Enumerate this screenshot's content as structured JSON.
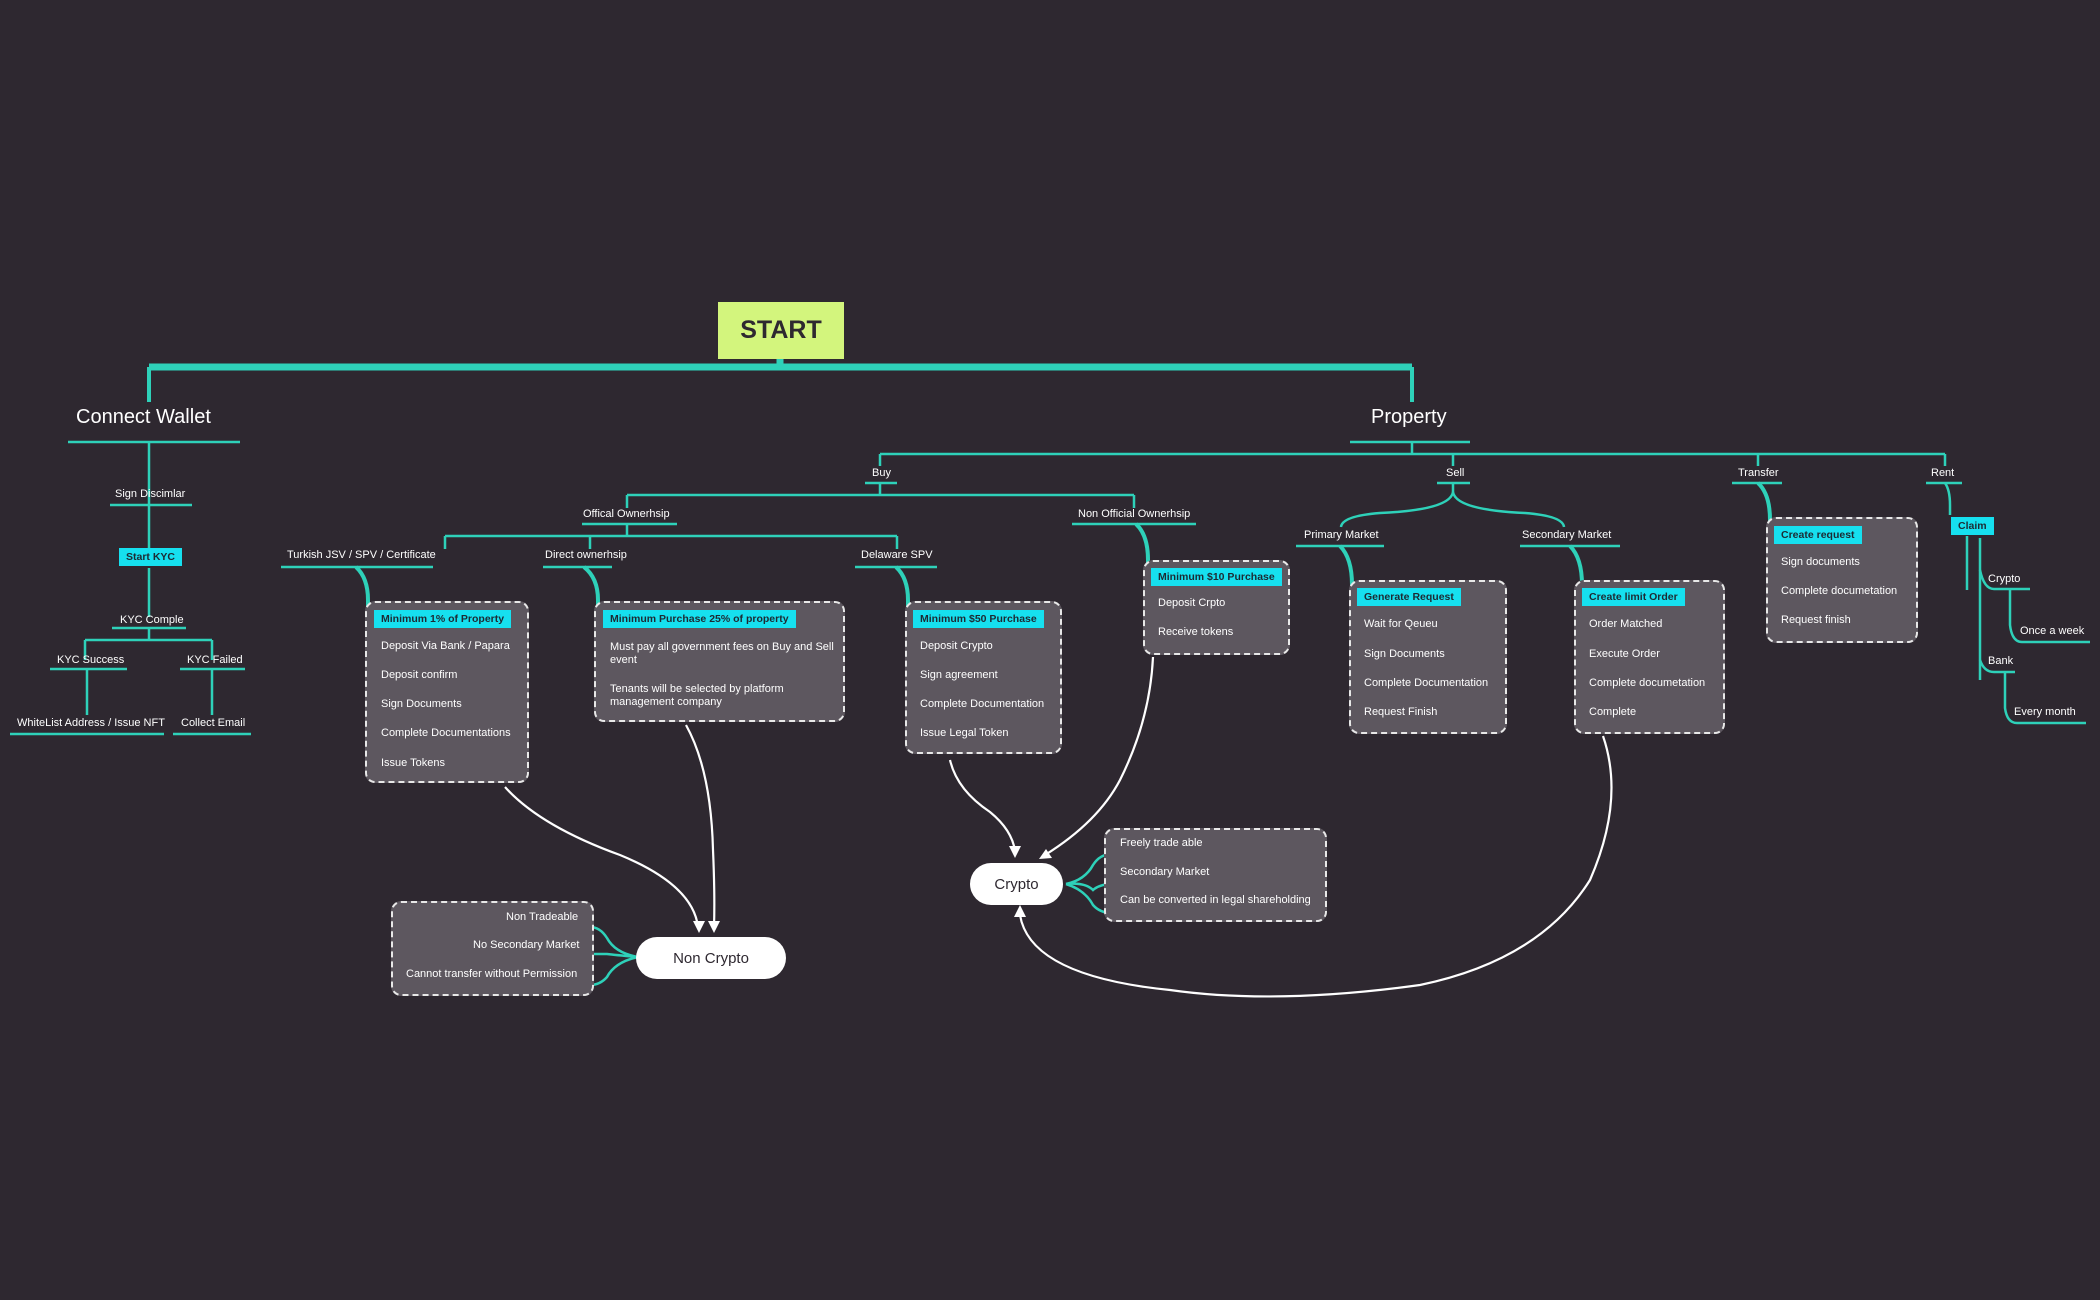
{
  "colors": {
    "background": "#2e2830",
    "connector": "#2ed1b9",
    "start": "#d3f57d",
    "highlight": "#16e0ef",
    "box": "#5d575f"
  },
  "start": "START",
  "connect_wallet": {
    "title": "Connect Wallet",
    "sign": "Sign Discimlar",
    "start_kyc": "Start KYC",
    "kyc_complete": "KYC Comple",
    "kyc_success": "KYC Success",
    "kyc_failed": "KYC Failed",
    "whitelist": "WhiteList Address / Issue NFT",
    "collect_email": "Collect Email"
  },
  "property": {
    "title": "Property",
    "buy": "Buy",
    "sell": "Sell",
    "transfer": "Transfer",
    "rent": "Rent",
    "official": "Offical Ownerhsip",
    "non_official": "Non Official Ownerhsip",
    "turkish": "Turkish JSV / SPV / Certificate",
    "direct": "Direct ownerhsip",
    "delaware": "Delaware  SPV",
    "primary_market": "Primary Market",
    "secondary_market": "Secondary Market"
  },
  "boxes": {
    "turkish": {
      "title": "Minimum 1% of Property",
      "items": [
        "Deposit Via Bank / Papara",
        "Deposit confirm",
        "Sign Documents",
        "Complete Documentations",
        "Issue Tokens"
      ]
    },
    "direct": {
      "title": "Minimum Purchase 25% of property",
      "items": [
        "Must pay all government fees on Buy and Sell event",
        "Tenants will be selected by platform management company"
      ]
    },
    "delaware": {
      "title": "Minimum $50 Purchase",
      "items": [
        "Deposit Crypto",
        "Sign agreement",
        "Complete Documentation",
        "Issue Legal Token"
      ]
    },
    "non_official": {
      "title": "Minimum $10 Purchase",
      "items": [
        "Deposit Crpto",
        "Receive tokens"
      ]
    },
    "primary": {
      "title": "Generate Request",
      "items": [
        "Wait for Qeueu",
        "Sign Documents",
        "Complete Documentation",
        "Request Finish"
      ]
    },
    "secondary": {
      "title": "Create limit Order",
      "items": [
        "Order Matched",
        "Execute Order",
        "Complete documetation",
        "Complete"
      ]
    },
    "transfer": {
      "title": "Create request",
      "items": [
        "Sign documents",
        "Complete documetation",
        "Request finish"
      ]
    },
    "crypto_props": {
      "items": [
        "Freely trade able",
        "Secondary Market",
        "Can be converted in legal shareholding"
      ]
    },
    "noncrypto_props": {
      "items": [
        "Non Tradeable",
        "No Secondary Market",
        "Cannot transfer without Permission"
      ]
    }
  },
  "rent": {
    "claim": "Claim",
    "crypto": "Crypto",
    "once_week": "Once a week",
    "bank": "Bank",
    "every_month": "Every month"
  },
  "outcomes": {
    "crypto": "Crypto",
    "non_crypto": "Non Crypto"
  }
}
